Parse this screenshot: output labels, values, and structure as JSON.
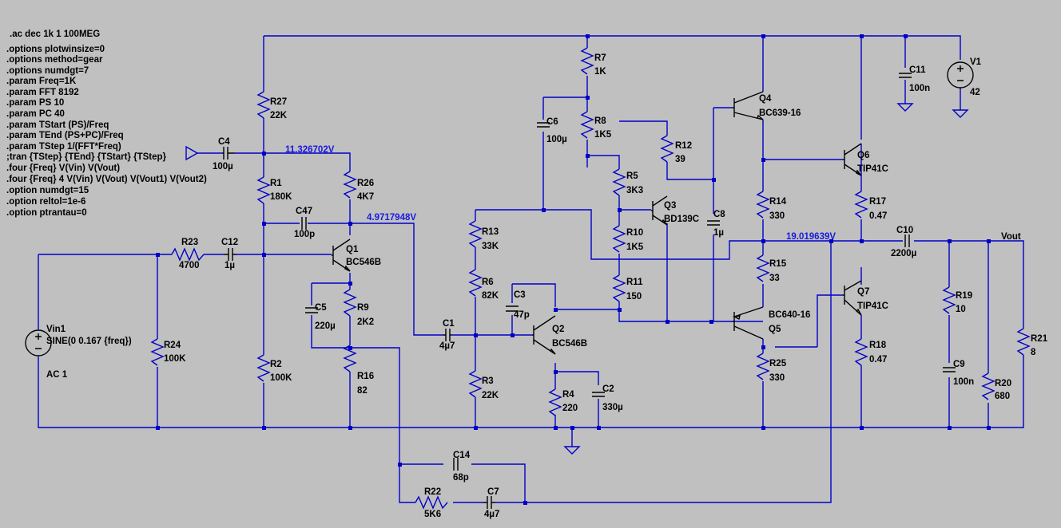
{
  "directives": [
    ".ac dec 1k 1 100MEG",
    ".options plotwinsize=0",
    ".options method=gear",
    ".options numdgt=7",
    ".param Freq=1K",
    ".param FFT 8192",
    ".param PS 10",
    ".param PC 40",
    ".param TStart (PS)/Freq",
    ".param TEnd (PS+PC)/Freq",
    ".param TStep 1/(FFT*Freq)",
    ";tran {TStep} {TEnd} {TStart} {TStep}",
    ".four {Freq} V(Vin) V(Vout)",
    ".four {Freq} 4 V(Vin) V(Vout) V(Vout1) V(Vout2)",
    ".option numdgt=15",
    ".option reltol=1e-6",
    ".option ptrantau=0"
  ],
  "voltages": {
    "n1": "11.326702V",
    "n2": "4.9717948V",
    "n3": "19.019639V"
  },
  "net_labels": {
    "vout": "Vout"
  },
  "sources": {
    "vin1": {
      "name": "Vin1",
      "spec": "SINE(0 0.167 {freq})",
      "ac": "AC 1"
    },
    "v1": {
      "name": "V1",
      "value": "42"
    }
  },
  "resistors": [
    {
      "id": "R27",
      "value": "22K"
    },
    {
      "id": "R1",
      "value": "180K"
    },
    {
      "id": "R2",
      "value": "100K"
    },
    {
      "id": "R26",
      "value": "4K7"
    },
    {
      "id": "R9",
      "value": "2K2"
    },
    {
      "id": "R16",
      "value": "82"
    },
    {
      "id": "R23",
      "value": "4700"
    },
    {
      "id": "R24",
      "value": "100K"
    },
    {
      "id": "R13",
      "value": "33K"
    },
    {
      "id": "R6",
      "value": "82K"
    },
    {
      "id": "R3",
      "value": "22K"
    },
    {
      "id": "R4",
      "value": "220"
    },
    {
      "id": "R7",
      "value": "1K"
    },
    {
      "id": "R8",
      "value": "1K5"
    },
    {
      "id": "R12",
      "value": "39"
    },
    {
      "id": "R5",
      "value": "3K3"
    },
    {
      "id": "R10",
      "value": "1K5"
    },
    {
      "id": "R11",
      "value": "150"
    },
    {
      "id": "R14",
      "value": "330"
    },
    {
      "id": "R15",
      "value": "33"
    },
    {
      "id": "R25",
      "value": "330"
    },
    {
      "id": "R17",
      "value": "0.47"
    },
    {
      "id": "R18",
      "value": "0.47"
    },
    {
      "id": "R19",
      "value": "10"
    },
    {
      "id": "R20",
      "value": "680"
    },
    {
      "id": "R21",
      "value": "8"
    },
    {
      "id": "R22",
      "value": "5K6"
    }
  ],
  "capacitors": [
    {
      "id": "C4",
      "value": "100µ"
    },
    {
      "id": "C12",
      "value": "1µ"
    },
    {
      "id": "C47",
      "value": "100p"
    },
    {
      "id": "C5",
      "value": "220µ"
    },
    {
      "id": "C1",
      "value": "4µ7"
    },
    {
      "id": "C3",
      "value": "47p"
    },
    {
      "id": "C2",
      "value": "330µ"
    },
    {
      "id": "C6",
      "value": "100µ"
    },
    {
      "id": "C8",
      "value": "1µ"
    },
    {
      "id": "C11",
      "value": "100n"
    },
    {
      "id": "C10",
      "value": "2200µ"
    },
    {
      "id": "C9",
      "value": "100n"
    },
    {
      "id": "C14",
      "value": "68p"
    },
    {
      "id": "C7",
      "value": "4µ7"
    }
  ],
  "transistors": [
    {
      "id": "Q1",
      "model": "BC546B"
    },
    {
      "id": "Q2",
      "model": "BC546B"
    },
    {
      "id": "Q3",
      "model": "BD139C"
    },
    {
      "id": "Q4",
      "model": "BC639-16"
    },
    {
      "id": "Q5",
      "model": "BC640-16"
    },
    {
      "id": "Q6",
      "model": "TIP41C"
    },
    {
      "id": "Q7",
      "model": "TIP41C"
    }
  ]
}
